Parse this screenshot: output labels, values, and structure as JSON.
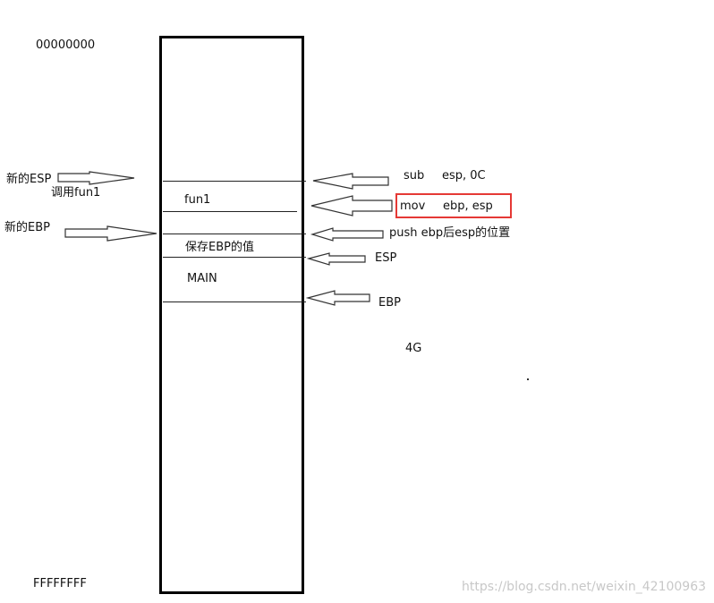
{
  "addresses": {
    "top": "00000000",
    "bottom": "FFFFFFFF"
  },
  "stack_labels": {
    "fun1": "fun1",
    "saved_ebp": "保存EBP的值",
    "main": "MAIN"
  },
  "left_labels": {
    "new_esp": "新的ESP",
    "call_fun1": "调用fun1",
    "new_ebp": "新的EBP"
  },
  "right_labels": {
    "sub_mnemonic": "sub",
    "sub_operands": "esp, 0C",
    "mov_mnemonic": "mov",
    "mov_operands": "ebp, esp",
    "push_note": "push ebp后esp的位置",
    "esp": "ESP",
    "ebp": "EBP",
    "size": "4G"
  },
  "colors": {
    "highlight": "#e53935",
    "line": "#222222"
  },
  "watermark": "https://blog.csdn.net/weixin_42100963"
}
